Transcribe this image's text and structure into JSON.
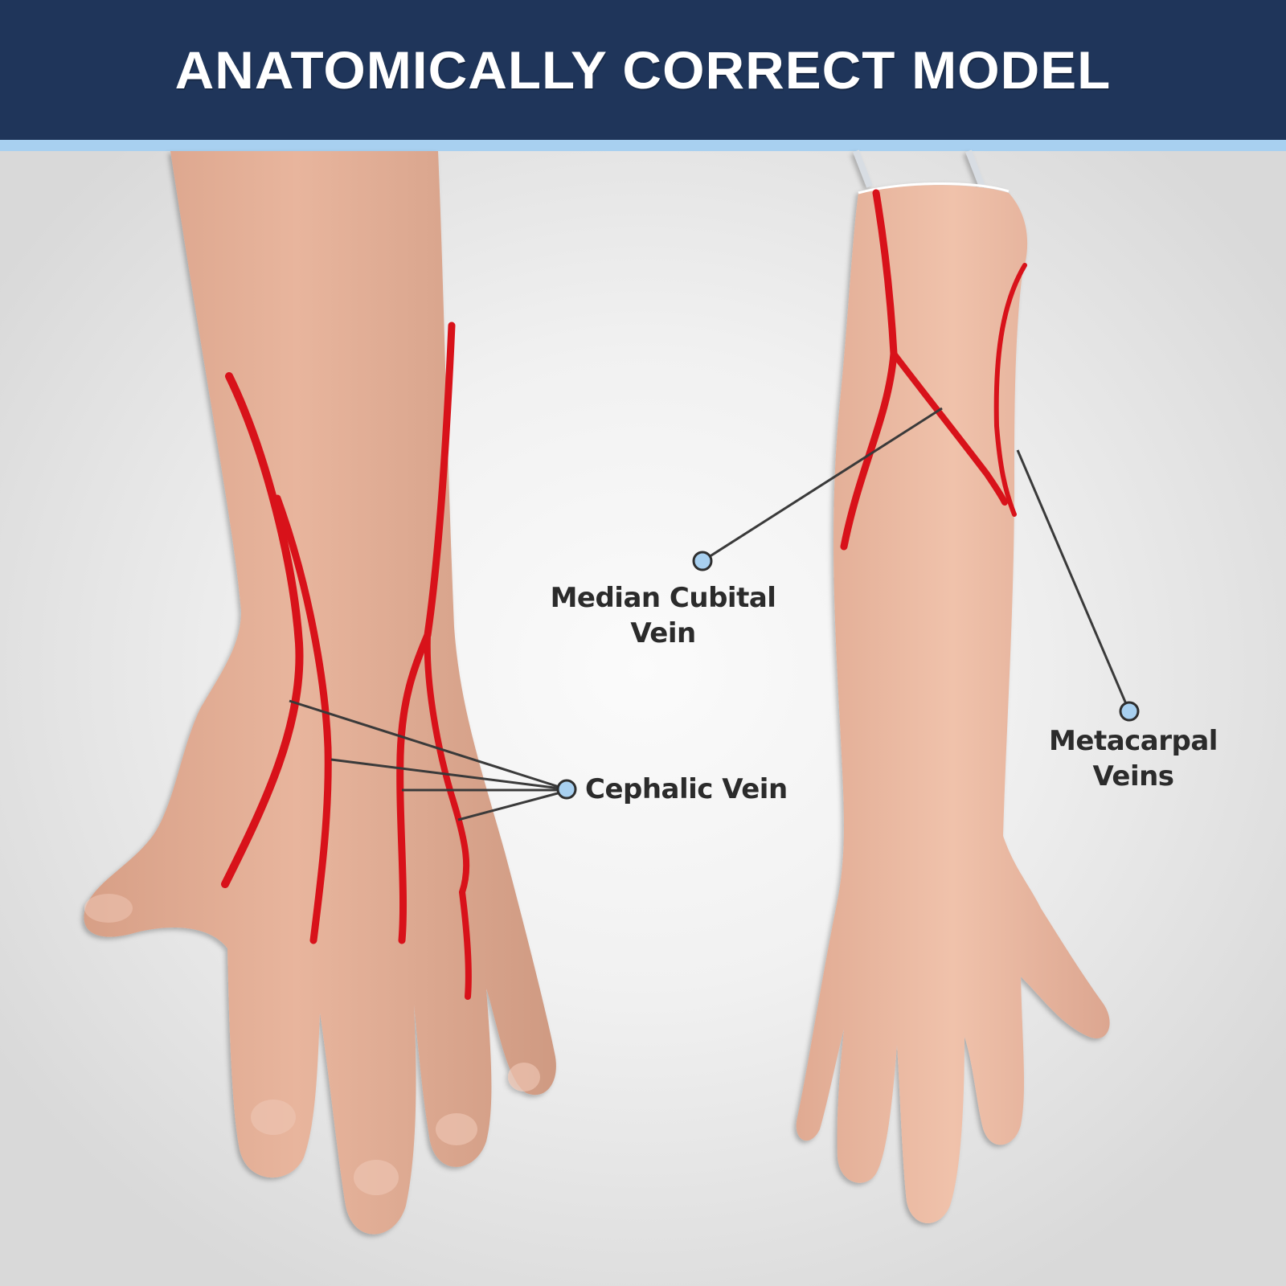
{
  "header": {
    "title": "ANATOMICALLY CORRECT MODEL",
    "background_color": "#1f355a",
    "stripe_color": "#a8d0f0"
  },
  "callouts": [
    {
      "id": "median-cubital",
      "line1": "Median Cubital",
      "line2": "Vein"
    },
    {
      "id": "cephalic",
      "line1": "Cephalic Vein"
    },
    {
      "id": "metacarpal",
      "line1": "Metacarpal",
      "line2": "Veins"
    }
  ],
  "colors": {
    "vein": "#d8121a",
    "skin": "#e2ae96",
    "callout_dot": "#a8d0f0",
    "callout_line": "#3a3a3a"
  }
}
